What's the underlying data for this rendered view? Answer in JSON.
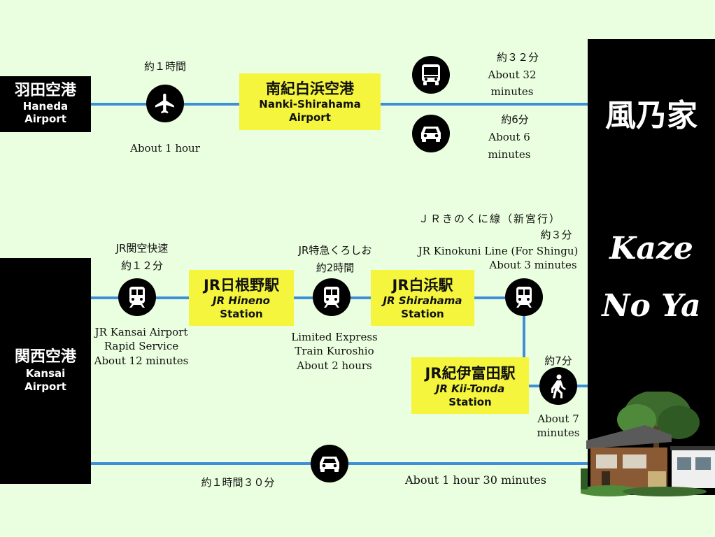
{
  "top_route": {
    "origin": {
      "jp": "羽田空港",
      "en_line1": "Haneda",
      "en_line2": "Airport"
    },
    "flight": {
      "time_jp": "約１時間",
      "time_en": "About 1 hour",
      "icon": "airplane-icon"
    },
    "nanki": {
      "jp": "南紀白浜空港",
      "en_line1": "Nanki-Shirahama",
      "en_line2": "Airport"
    },
    "bus": {
      "time_jp": "約３２分",
      "time_en_line1": "About 32",
      "time_en_line2": "minutes",
      "icon": "bus-icon"
    },
    "car": {
      "time_jp": "約6分",
      "time_en_line1": "About 6",
      "time_en_line2": "minutes",
      "icon": "car-icon"
    }
  },
  "destination": {
    "jp": "風乃家",
    "en_line1": "Kaze",
    "en_line2": "No Ya"
  },
  "bottom_route": {
    "origin": {
      "jp": "関西空港",
      "en_line1": "Kansai",
      "en_line2": "Airport"
    },
    "rapid": {
      "name_jp": "JR関空快速",
      "time_jp": "約１２分",
      "en_line1": "JR Kansai Airport",
      "en_line2": "Rapid Service",
      "en_line3": "About 12 minutes",
      "icon": "train-icon"
    },
    "hineno": {
      "jp": "JR日根野駅",
      "en_line1": "JR Hineno",
      "en_line2": "Station"
    },
    "kuroshio": {
      "name_jp": "JR特急くろしお",
      "time_jp": "約2時間",
      "en_line1": "Limited Express",
      "en_line2": "Train Kuroshio",
      "en_line3": "About 2 hours",
      "icon": "train-icon"
    },
    "shirahama": {
      "jp": "JR白浜駅",
      "en_line1": "JR Shirahama",
      "en_line2": "Station"
    },
    "kinokuni": {
      "name_jp": "ＪＲきのくに線（新宮行）",
      "time_jp": "約３分",
      "en_line1": "JR Kinokuni Line (For Shingu)",
      "en_line2": "About 3 minutes",
      "icon": "train-icon"
    },
    "kiitonda": {
      "jp": "JR紀伊富田駅",
      "en_line1": "JR Kii-Tonda",
      "en_line2": "Station"
    },
    "walk": {
      "time_jp": "約7分",
      "en_line1": "About 7",
      "en_line2": "minutes",
      "icon": "walking-person-icon"
    },
    "drive": {
      "time_jp": "約１時間３０分",
      "time_en": "About 1 hour 30 minutes",
      "icon": "car-icon"
    }
  },
  "colors": {
    "background": "#eaffdf",
    "line": "#3f8fd8",
    "station_box": "#f4f53c",
    "dark": "#000000"
  }
}
